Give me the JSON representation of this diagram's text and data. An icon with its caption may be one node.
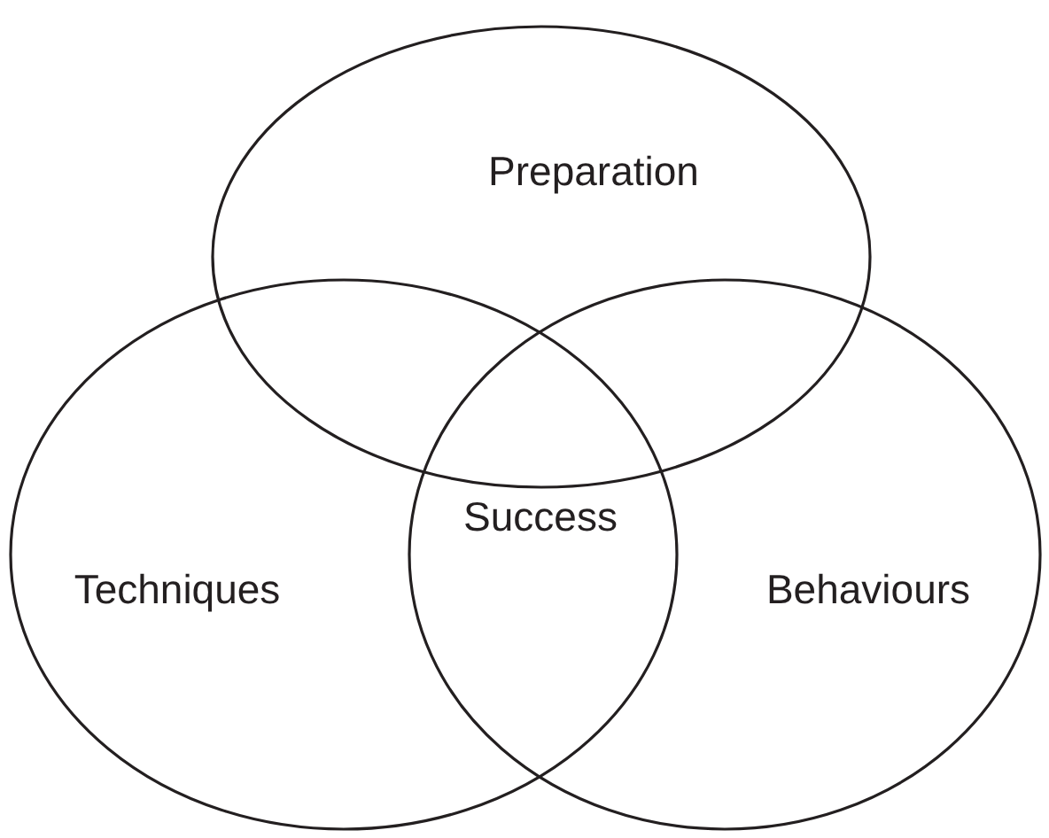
{
  "diagram": {
    "nodes": [
      {
        "text": [
          "Preparation"
        ]
      },
      {
        "text": [
          "Techniques"
        ]
      },
      {
        "text": [
          "Behaviours"
        ]
      }
    ],
    "edges": [],
    "labels": [
      "Success"
    ]
  }
}
